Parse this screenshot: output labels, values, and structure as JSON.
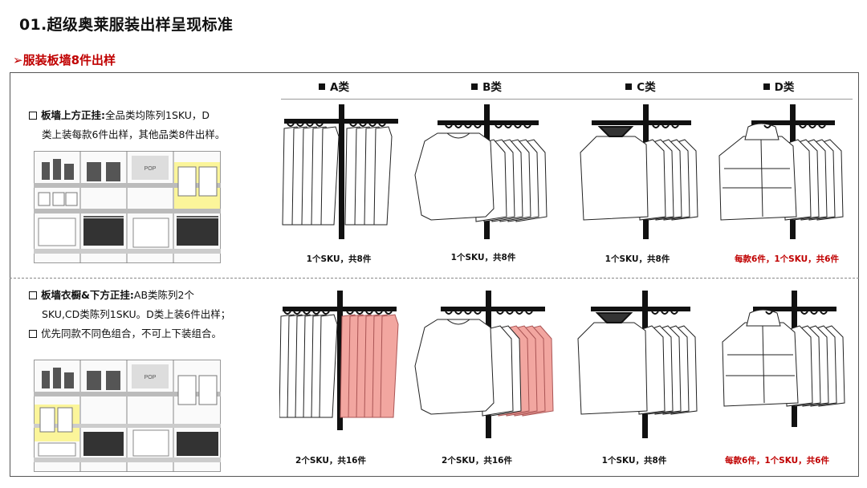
{
  "title": "01.超级奥莱服装出样呈现标准",
  "section": "➢服装板墙8件出样",
  "rules": {
    "top": {
      "label": "板墙上方正挂:",
      "text1": "全品类均陈列1SKU，D",
      "text2": "类上装每款6件出样，其他品类8件出样。"
    },
    "bottom": {
      "label": "板墙衣橱&下方正挂:",
      "text1": "AB类陈列2个",
      "text2": "SKU,CD类陈列1SKU。D类上装6件出样；",
      "text3": "优先同款不同色组合，不可上下装组合。"
    }
  },
  "wall_labels": {
    "pop": "POP"
  },
  "columns": [
    {
      "head": "A类",
      "top_caption": "1个SKU，共8件",
      "bottom_caption": "2个SKU，共16件"
    },
    {
      "head": "B类",
      "top_caption": "1个SKU，共8件",
      "bottom_caption": "2个SKU，共16件"
    },
    {
      "head": "C类",
      "top_caption": "1个SKU，共8件",
      "bottom_caption": "1个SKU，共8件"
    },
    {
      "head": "D类",
      "top_caption": "每款6件，1个SKU，共6件",
      "bottom_caption": "每款6件，1个SKU，共6件"
    }
  ],
  "colors": {
    "accent_red": "#c00000",
    "second_sku_pink": "#f2a6a0",
    "highlight_yellow": "#fbf59a"
  },
  "icons": [
    "checkbox-icon",
    "square-bullet-icon",
    "garment-rack-icon",
    "display-wall-icon"
  ]
}
